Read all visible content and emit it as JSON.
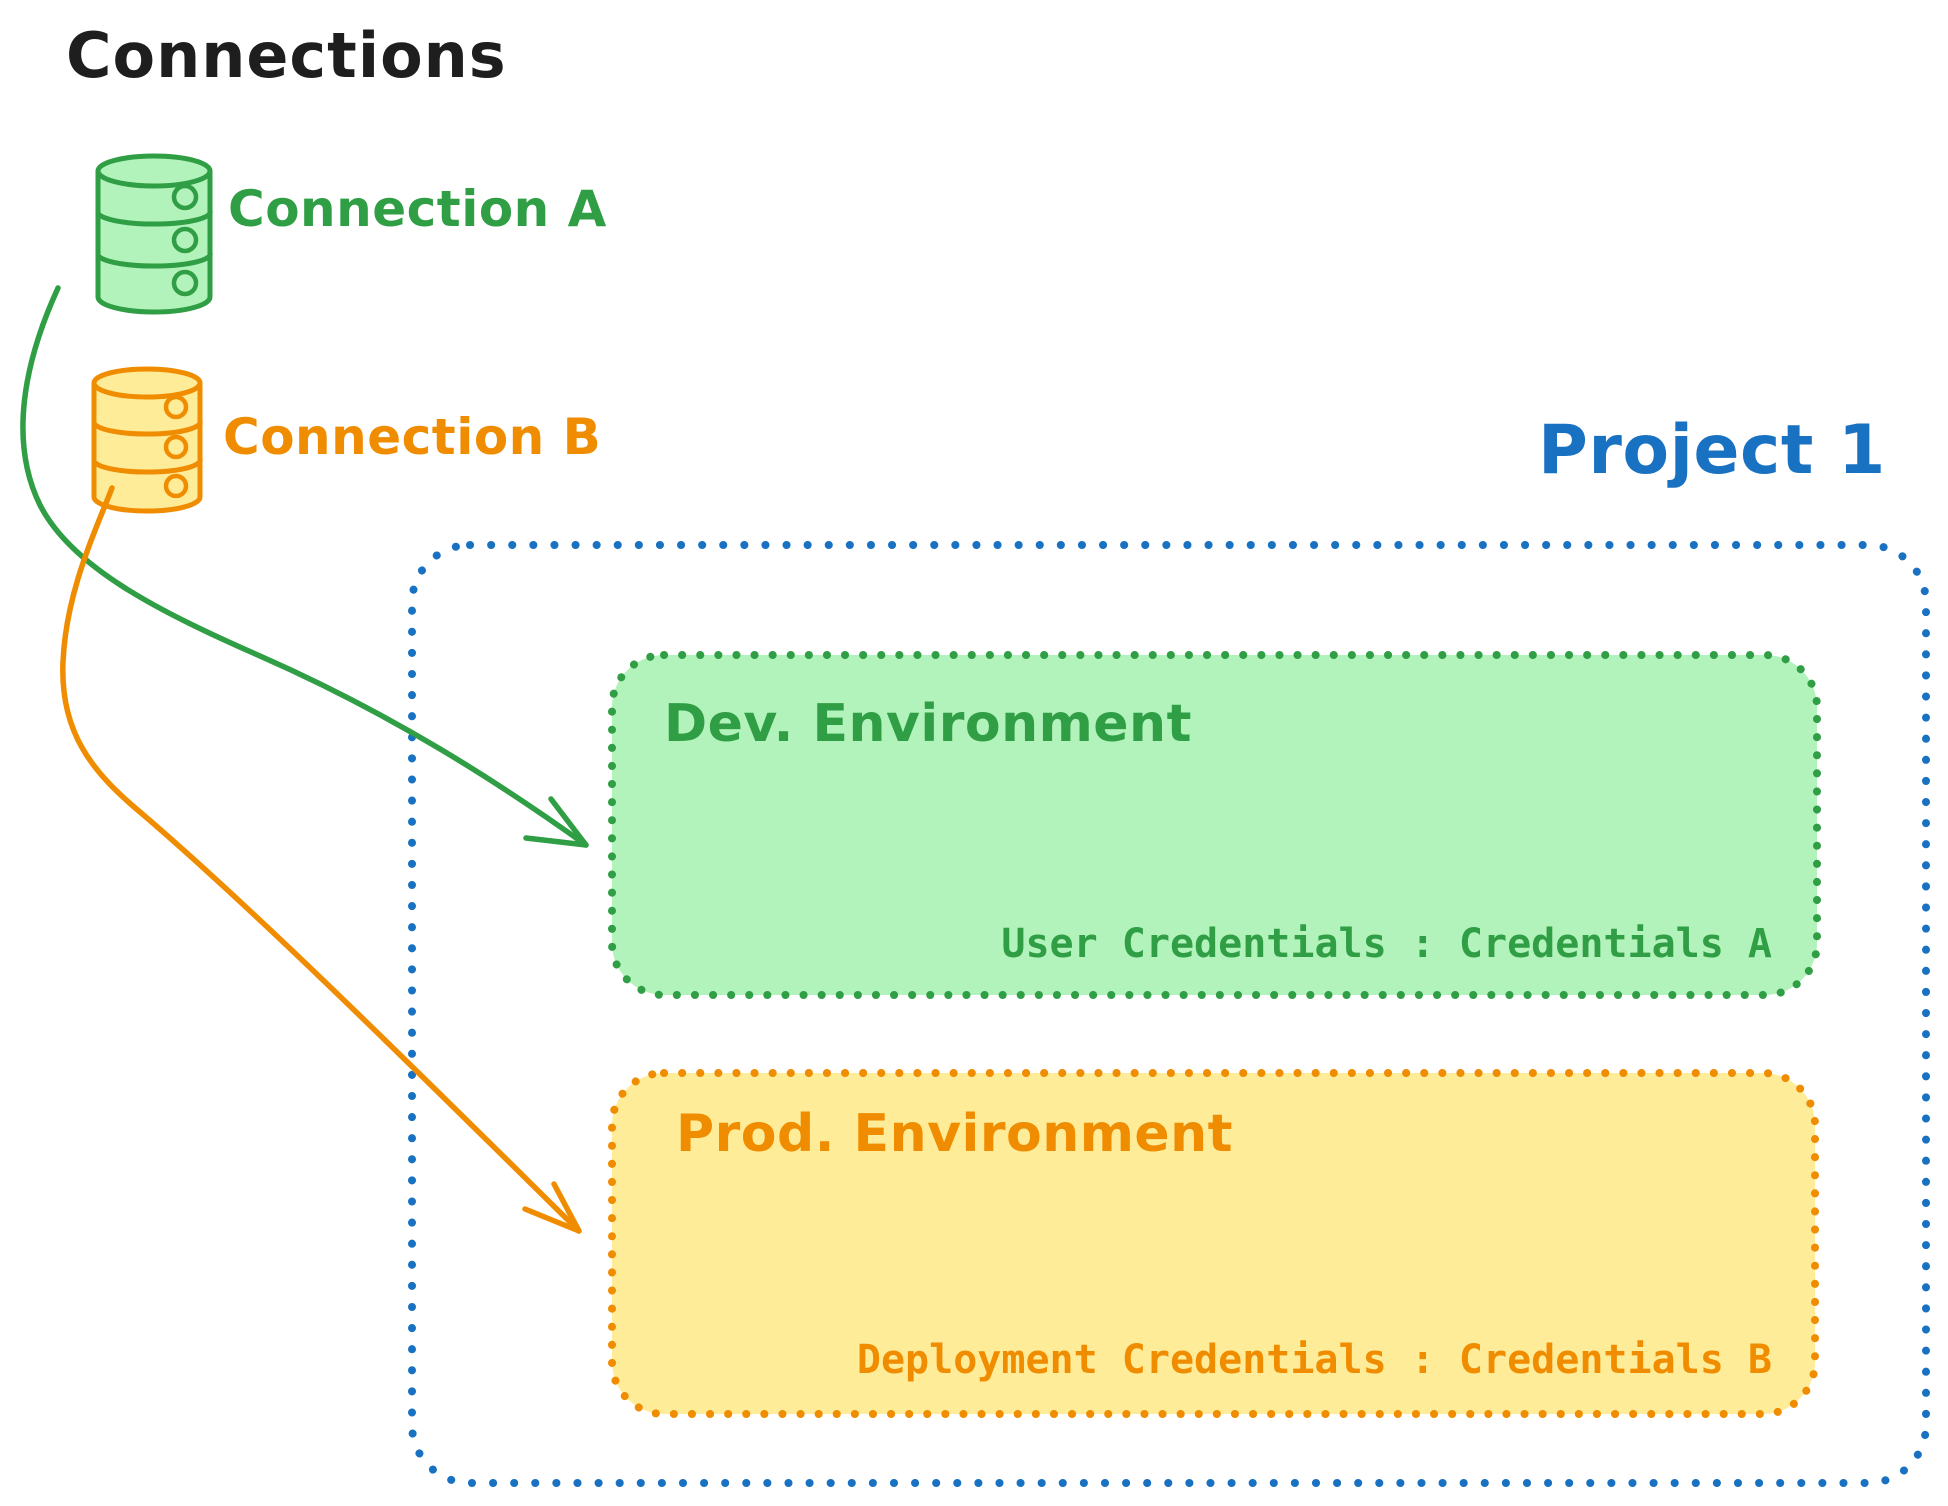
{
  "title": "Connections",
  "connections": [
    {
      "label": "Connection A",
      "stroke_color": "#2f9e44",
      "fill_color": "#b2f2bb",
      "icon": "database-icon"
    },
    {
      "label": "Connection B",
      "stroke_color": "#f08c00",
      "fill_color": "#ffec99",
      "icon": "database-icon"
    }
  ],
  "project": {
    "label": "Project 1",
    "border_color": "#1971c2",
    "environments": [
      {
        "name": "Dev. Environment",
        "credentials": "User Credentials : Credentials A",
        "stroke_color": "#2f9e44",
        "fill_color": "#b2f2bb",
        "linked_connection": "Connection A"
      },
      {
        "name": "Prod. Environment",
        "credentials": "Deployment Credentials : Credentials B",
        "stroke_color": "#f08c00",
        "fill_color": "#ffec99",
        "linked_connection": "Connection B"
      }
    ]
  },
  "colors": {
    "title_text": "#1e1e1e",
    "green": "#2f9e44",
    "green_fill": "#b2f2bb",
    "orange": "#f08c00",
    "orange_fill": "#ffec99",
    "blue": "#1971c2",
    "background": "#ffffff"
  }
}
